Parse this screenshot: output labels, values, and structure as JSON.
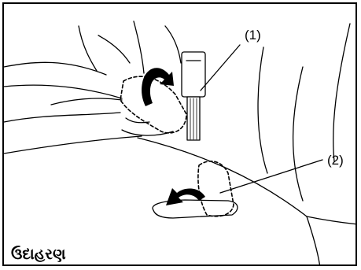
{
  "callouts": {
    "one": "(1)",
    "two": "(2)"
  },
  "caption": "ઉદાહરણ"
}
